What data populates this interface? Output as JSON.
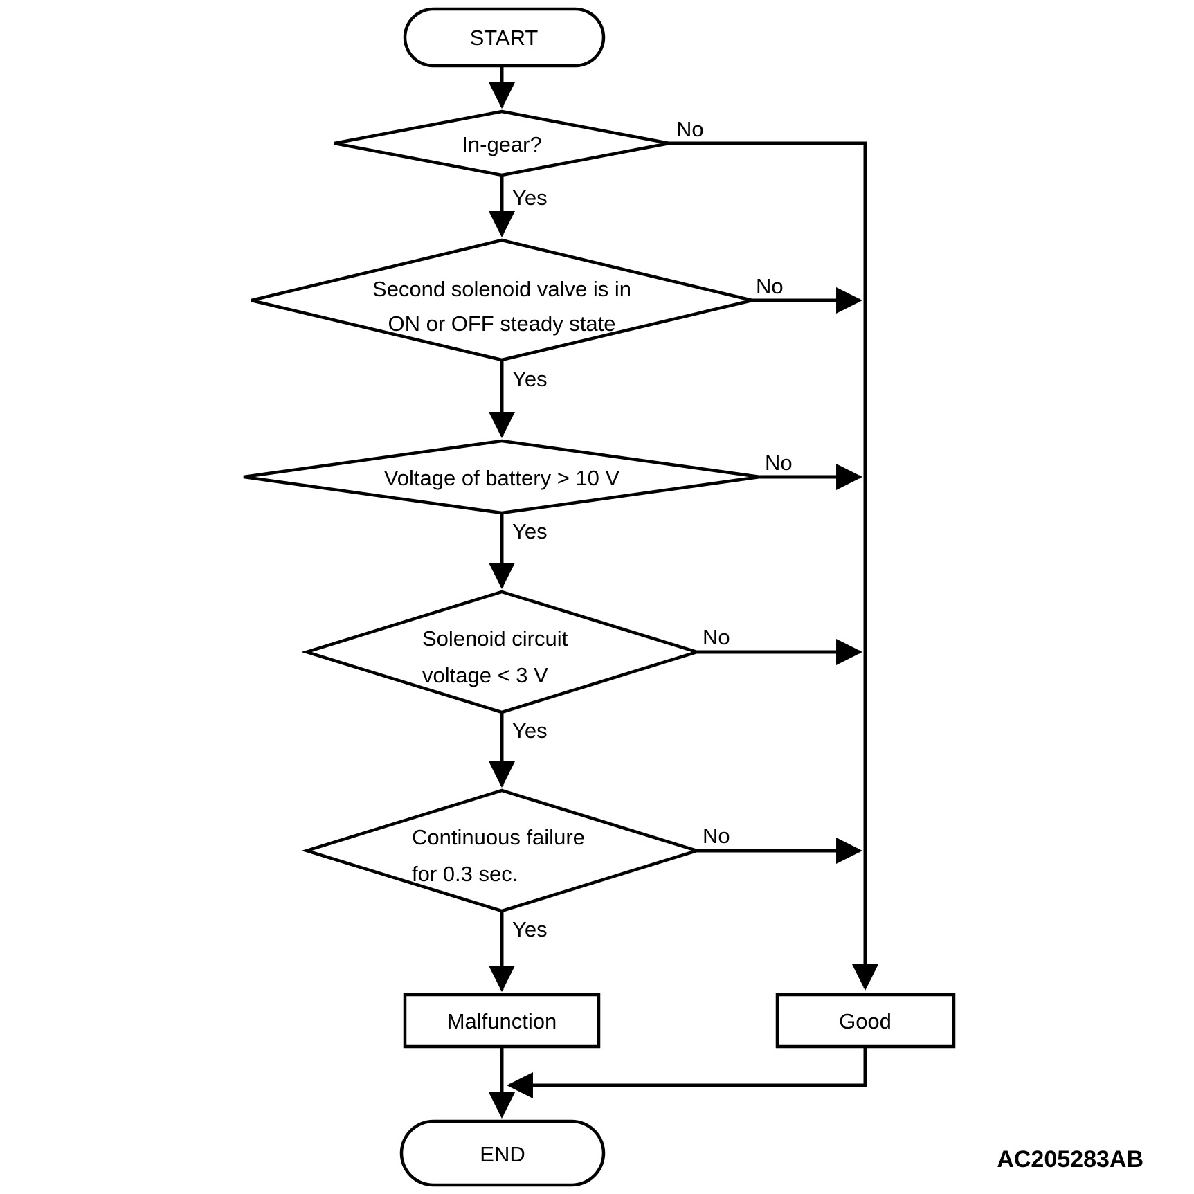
{
  "diagram": {
    "type": "flowchart",
    "figure_code": "AC205283AB",
    "nodes": {
      "start": {
        "shape": "terminator",
        "label": "START"
      },
      "in_gear": {
        "shape": "decision",
        "label": "In-gear?"
      },
      "second_solenoid": {
        "shape": "decision",
        "line1": "Second solenoid valve is in",
        "line2": "ON or OFF steady state"
      },
      "battery_voltage": {
        "shape": "decision",
        "label": "Voltage of battery > 10 V"
      },
      "solenoid_circuit": {
        "shape": "decision",
        "line1": "Solenoid circuit",
        "line2": "voltage < 3 V"
      },
      "continuous_failure": {
        "shape": "decision",
        "line1": "Continuous failure",
        "line2": "for 0.3 sec."
      },
      "malfunction": {
        "shape": "process",
        "label": "Malfunction"
      },
      "good": {
        "shape": "process",
        "label": "Good"
      },
      "end": {
        "shape": "terminator",
        "label": "END"
      }
    },
    "labels": {
      "yes": "Yes",
      "no": "No"
    },
    "colors": {
      "line": "#000000",
      "background": "#ffffff"
    }
  }
}
